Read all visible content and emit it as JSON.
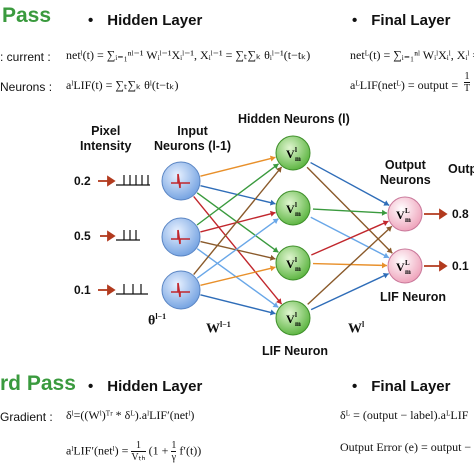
{
  "forward": {
    "title": "Pass",
    "hidden_layer": "Hidden Layer",
    "final_layer": "Final Layer",
    "row1_label": ": current :",
    "row1_hidden": "netˡ(t) = ∑ᵢ₌₁ⁿˡ⁻¹ Wᵢˡ⁻¹Xᵢˡ⁻¹,  Xᵢˡ⁻¹ = ∑ₜ∑ₖ θᵢˡ⁻¹(t−tₖ)",
    "row1_final": "netᴸ(t) = ∑ᵢ₌₁ⁿˡ WᵢˡXᵢˡ,  Xᵢˡ =",
    "row2_label": "Neurons :",
    "row2_hidden": "aˡLIF(t) = ∑ₜ∑ₖ θˡ(t−tₖ)",
    "row2_final": "aᴸLIF(netᴸ) = output =",
    "row2_final_frac": [
      "1",
      "T"
    ]
  },
  "diagram": {
    "pixel_intensity": [
      "Pixel",
      "Intensity"
    ],
    "input_neurons": [
      "Input",
      "Neurons (l-1)"
    ],
    "hidden_neurons": "Hidden Neurons (l)",
    "output_neurons": [
      "Output",
      "Neurons"
    ],
    "output_partial": "Outp",
    "inputs": [
      "0.2",
      "0.5",
      "0.1"
    ],
    "outputs": [
      "0.8",
      "0.1"
    ],
    "theta": "θ",
    "theta_sup": "l−1",
    "w_prev": "W",
    "w_prev_sup": "l−1",
    "w_cur": "W",
    "w_cur_sup": "l",
    "hidden_node_label": "V",
    "hidden_node_sup": "l",
    "hidden_node_sub": "m",
    "output_node_label": "V",
    "output_node_sup": "L",
    "output_node_sub": "m",
    "lif_neuron_hidden": "LIF Neuron",
    "lif_neuron_output": "LIF Neuron",
    "colors": {
      "input_fill": "#7aa7e6",
      "hidden_fill": "#7cc95a",
      "output_fill": "#f3b7c9",
      "edge_colors": [
        "#e8902b",
        "#2f6db8",
        "#3a9a3e",
        "#c1272d",
        "#8a5a2b",
        "#69a7e8"
      ]
    }
  },
  "backward": {
    "title": "rd Pass",
    "hidden_layer": "Hidden Layer",
    "final_layer": "Final Layer",
    "row1_label": "Gradient :",
    "row1_hidden": "δˡ=((Wˡ)ᵀʳ * δᴸ).aˡLIF′(netˡ)",
    "row1_final": "δᴸ = (output − label).aᴸLIF",
    "row2_hidden_left": "aˡLIF′(netˡ) =",
    "row2_hidden_frac1": [
      "1",
      "Vₜₕ"
    ],
    "row2_hidden_mid": "(1 +",
    "row2_hidden_frac2": [
      "1",
      "γ"
    ],
    "row2_hidden_right": "f′(t))",
    "row2_final": "Output Error (e) = output −"
  }
}
